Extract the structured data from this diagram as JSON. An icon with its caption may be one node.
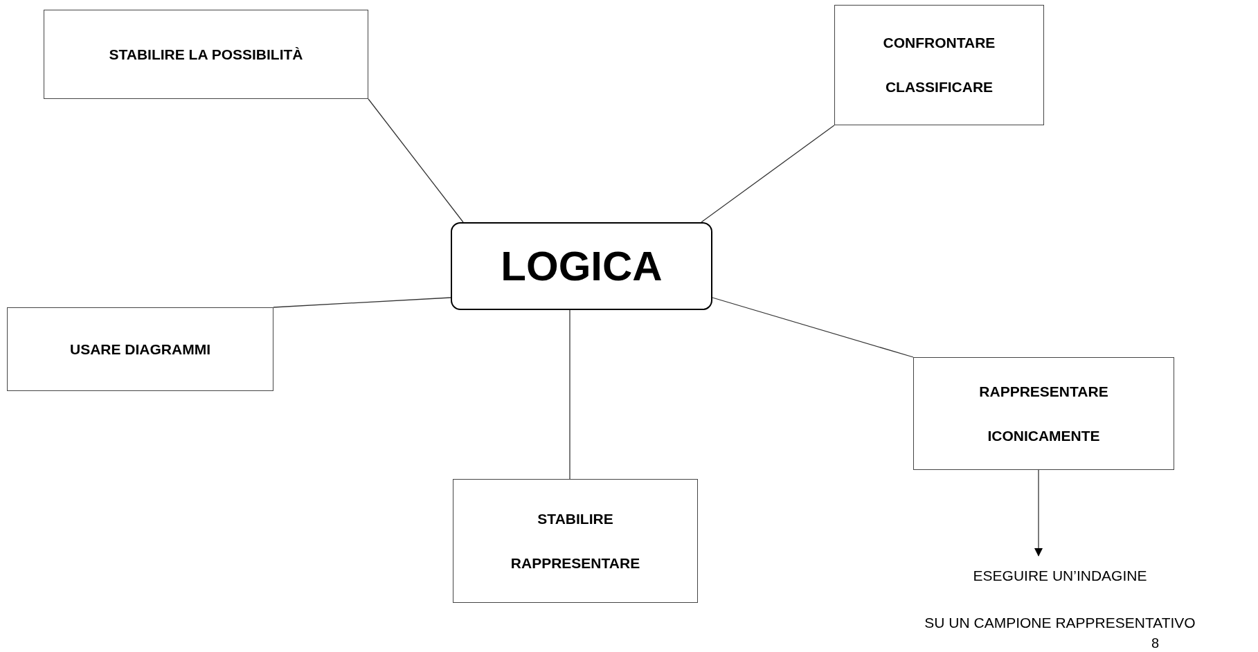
{
  "diagram": {
    "nodes": [
      {
        "text": [
          "STABILIRE LA POSSIBILITÀ"
        ]
      },
      {
        "text": [
          "CONFRONTARE",
          "CLASSIFICARE"
        ]
      },
      {
        "text": [
          "LOGICA"
        ]
      },
      {
        "text": [
          "USARE DIAGRAMMI"
        ]
      },
      {
        "text": [
          "RAPPRESENTARE",
          "ICONICAMENTE"
        ]
      },
      {
        "text": [
          "STABILIRE",
          "RAPPRESENTARE"
        ]
      },
      {
        "text": [
          "ESEGUIRE UN’INDAGINE",
          "SU UN CAMPIONE RAPPRESENTATIVO"
        ]
      }
    ],
    "edges": [
      {
        "from": 2,
        "to": 0,
        "arrow": "none"
      },
      {
        "from": 2,
        "to": 1,
        "arrow": "none"
      },
      {
        "from": 2,
        "to": 3,
        "arrow": "none"
      },
      {
        "from": 2,
        "to": 5,
        "arrow": "none"
      },
      {
        "from": 2,
        "to": 4,
        "arrow": "none"
      },
      {
        "from": 4,
        "to": 6,
        "arrow": "to"
      }
    ],
    "labels": [
      "8"
    ]
  }
}
